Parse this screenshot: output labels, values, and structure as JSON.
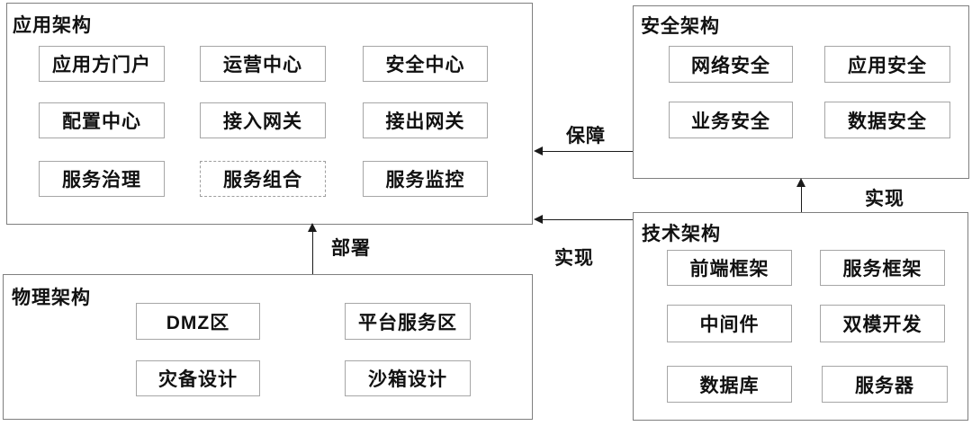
{
  "groups": [
    {
      "id": "application-architecture",
      "title": "应用架构",
      "items": [
        {
          "label": "应用方门户"
        },
        {
          "label": "运营中心"
        },
        {
          "label": "安全中心"
        },
        {
          "label": "配置中心"
        },
        {
          "label": "接入网关"
        },
        {
          "label": "接出网关"
        },
        {
          "label": "服务治理"
        },
        {
          "label": "服务组合",
          "border": "dashed"
        },
        {
          "label": "服务监控"
        }
      ]
    },
    {
      "id": "security-architecture",
      "title": "安全架构",
      "items": [
        {
          "label": "网络安全"
        },
        {
          "label": "应用安全"
        },
        {
          "label": "业务安全"
        },
        {
          "label": "数据安全"
        }
      ]
    },
    {
      "id": "technology-architecture",
      "title": "技术架构",
      "items": [
        {
          "label": "前端框架"
        },
        {
          "label": "服务框架"
        },
        {
          "label": "中间件"
        },
        {
          "label": "双模开发"
        },
        {
          "label": "数据库"
        },
        {
          "label": "服务器"
        }
      ]
    },
    {
      "id": "physical-architecture",
      "title": "物理架构",
      "items": [
        {
          "label": "DMZ区"
        },
        {
          "label": "平台服务区"
        },
        {
          "label": "灾备设计"
        },
        {
          "label": "沙箱设计"
        }
      ]
    }
  ],
  "arrows": [
    {
      "label": "保障",
      "from": "安全架构",
      "to": "应用架构",
      "direction": "left"
    },
    {
      "label": "实现",
      "from": "技术架构",
      "to": "安全架构",
      "direction": "up"
    },
    {
      "label": "实现",
      "from": "技术架构",
      "to": "应用架构",
      "direction": "left"
    },
    {
      "label": "部署",
      "from": "物理架构",
      "to": "应用架构",
      "direction": "up"
    }
  ],
  "colors": {
    "background": "#ffffff",
    "outer_border": "#7f7f7f",
    "inner_border": "#a6a6a6",
    "dashed_border": "#9e9e9e",
    "text": "#111111",
    "arrow": "#1a1a1a"
  }
}
